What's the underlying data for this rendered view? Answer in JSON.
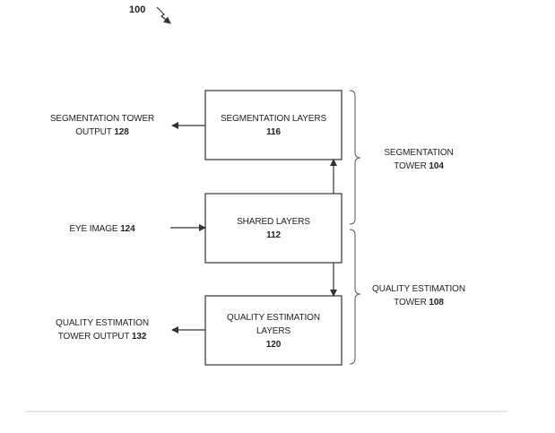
{
  "figure": {
    "ref": "100"
  },
  "blocks": {
    "segmentation": {
      "line1": "SEGMENTATION LAYERS",
      "num": "116"
    },
    "shared": {
      "line1": "SHARED LAYERS",
      "num": "112"
    },
    "quality": {
      "line1": "QUALITY ESTIMATION",
      "line2": "LAYERS",
      "num": "120"
    }
  },
  "labels": {
    "seg_output": {
      "line1": "SEGMENTATION TOWER",
      "line2": "OUTPUT",
      "num": "128"
    },
    "eye_image": {
      "text": "EYE IMAGE",
      "num": "124"
    },
    "qe_output": {
      "line1": "QUALITY ESTIMATION",
      "line2": "TOWER OUTPUT",
      "num": "132"
    },
    "seg_tower": {
      "line1": "SEGMENTATION",
      "line2": "TOWER",
      "num": "104"
    },
    "qe_tower": {
      "line1": "QUALITY ESTIMATION",
      "line2": "TOWER",
      "num": "108"
    }
  }
}
